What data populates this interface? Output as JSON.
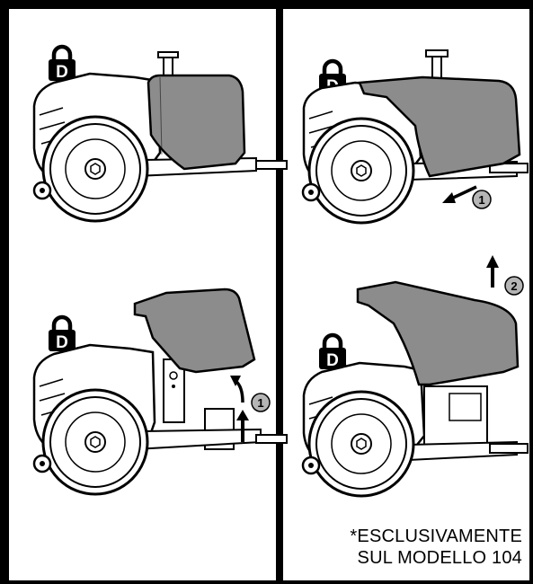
{
  "panels": [
    {
      "step_badges": []
    },
    {
      "step_badges": [
        "1"
      ]
    },
    {
      "step_badges": [
        "1"
      ]
    },
    {
      "step_badges": [
        "2"
      ]
    }
  ],
  "note": {
    "line1": "*ESCLUSIVAMENTE",
    "line2": "SUL MODELLO 104"
  },
  "colors": {
    "frame": "#000000",
    "hood_fill": "#8c8c8c",
    "badge_fill": "#b5b5b5"
  },
  "icons": [
    "padlock-d-icon",
    "arrow-up-icon",
    "arrow-diagonal-icon"
  ]
}
